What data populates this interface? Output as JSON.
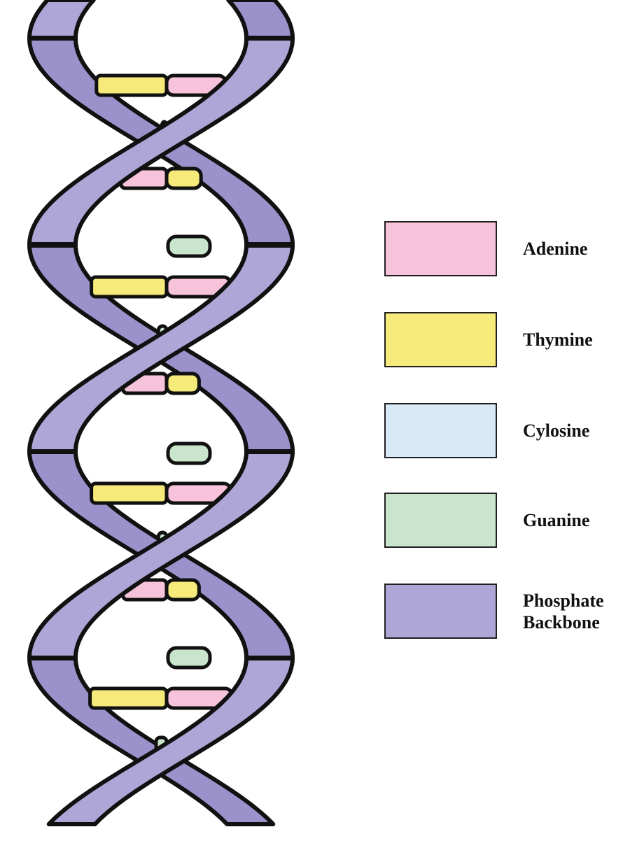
{
  "colors": {
    "adenine": "#f6c3da",
    "thymine": "#f6eb7a",
    "cytosine": "#d8e9f7",
    "guanine": "#c9e6cc",
    "backbone": "#aea6d6",
    "backbone_back": "#9b92cc",
    "outline": "#111111"
  },
  "legend": [
    {
      "label": "Adenine",
      "color_key": "adenine"
    },
    {
      "label": "Thymine",
      "color_key": "thymine"
    },
    {
      "label": "Cylosine",
      "color_key": "cytosine"
    },
    {
      "label": "Guanine",
      "color_key": "guanine"
    },
    {
      "label": "Phosphate\nBackbone",
      "color_key": "backbone"
    }
  ]
}
